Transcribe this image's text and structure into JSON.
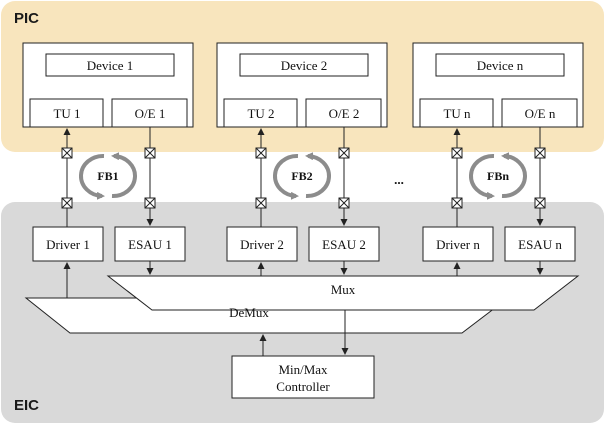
{
  "regions": {
    "pic": {
      "label": "PIC",
      "fill": "#f8e5bd"
    },
    "eic": {
      "label": "EIC",
      "fill": "#d9d9d9"
    }
  },
  "devices": [
    {
      "device": "Device 1",
      "tu": "TU 1",
      "oe": "O/E 1",
      "fb": "FB1",
      "driver": "Driver 1",
      "esau": "ESAU 1"
    },
    {
      "device": "Device 2",
      "tu": "TU 2",
      "oe": "O/E 2",
      "fb": "FB2",
      "driver": "Driver 2",
      "esau": "ESAU 2"
    },
    {
      "device": "Device n",
      "tu": "TU n",
      "oe": "O/E n",
      "fb": "FBn",
      "driver": "Driver n",
      "esau": "ESAU n"
    }
  ],
  "ellipsis": "...",
  "mux": {
    "label": "Mux"
  },
  "demux": {
    "label": "DeMux"
  },
  "controller": {
    "line1": "Min/Max",
    "line2": "Controller"
  },
  "colors": {
    "line": "#222222",
    "box_fill": "#ffffff",
    "arrow_grey": "#8c8c8c"
  }
}
